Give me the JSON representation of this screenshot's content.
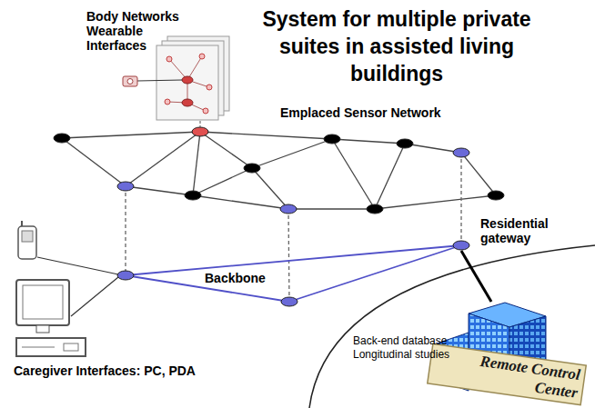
{
  "diagram": {
    "title": "System for multiple private suites in assisted living buildings",
    "nodes": [
      {
        "text": [
          "Body Networks Wearable Interfaces"
        ]
      },
      {
        "text": [
          "Residential gateway"
        ]
      },
      {
        "text": [
          "Back-end database Longitudinal studies",
          "Remote Control Center"
        ]
      },
      {
        "text": [
          "Caregiver Interfaces: PC, PDA"
        ]
      }
    ],
    "edges": [
      {
        "from": 1,
        "to": 2,
        "arrow": "none"
      }
    ],
    "labels": [
      "Emplaced Sensor Network",
      "Backbone"
    ]
  }
}
